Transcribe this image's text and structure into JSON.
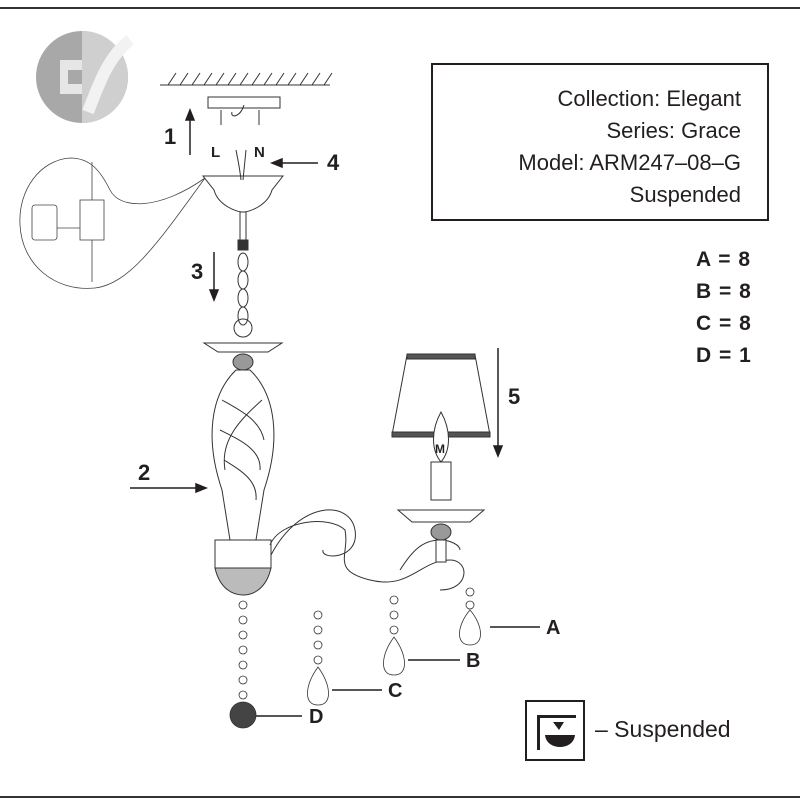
{
  "logo": {
    "text": "ES"
  },
  "info_box": {
    "collection": "Collection: Elegant",
    "series": "Series: Grace",
    "model": "Model: ARM247–08–G",
    "type": "Suspended"
  },
  "counts": [
    "A = 8",
    "B = 8",
    "C = 8",
    "D = 1"
  ],
  "steps": {
    "s1": "1",
    "s2": "2",
    "s3": "3",
    "s4": "4",
    "s5": "5"
  },
  "wiring": {
    "live": "L",
    "neutral": "N",
    "bulb_marker": "M"
  },
  "parts": {
    "a": "A",
    "b": "B",
    "c": "C",
    "d": "D"
  },
  "legend": {
    "text": "– Suspended"
  }
}
